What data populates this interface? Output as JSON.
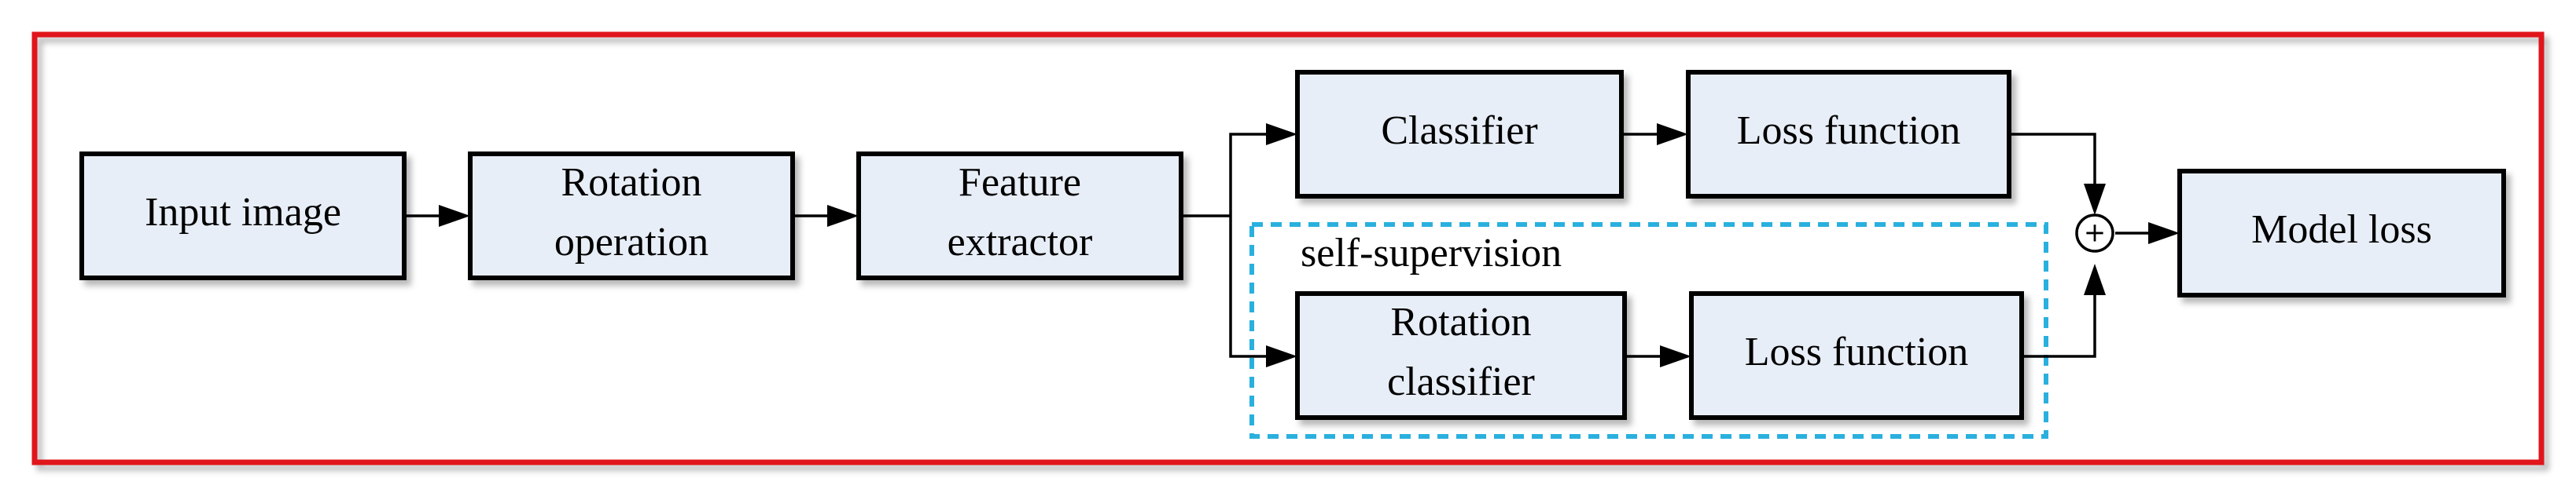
{
  "colors": {
    "box_fill": "#e8eef7",
    "frame": "#e0191a",
    "group_border": "#2ab0de",
    "line": "#000000"
  },
  "boxes": {
    "input_image": {
      "lines": [
        "Input image"
      ]
    },
    "rotation_operation": {
      "lines": [
        "Rotation",
        "operation"
      ]
    },
    "feature_extractor": {
      "lines": [
        "Feature",
        "extractor"
      ]
    },
    "classifier": {
      "lines": [
        "Classifier"
      ]
    },
    "loss_function_top": {
      "lines": [
        "Loss function"
      ]
    },
    "rotation_classifier": {
      "lines": [
        "Rotation",
        "classifier"
      ]
    },
    "loss_function_bottom": {
      "lines": [
        "Loss function"
      ]
    },
    "model_loss": {
      "lines": [
        "Model loss"
      ]
    }
  },
  "group": {
    "label": "self-supervision"
  },
  "sum_node": {
    "symbol": "+"
  }
}
